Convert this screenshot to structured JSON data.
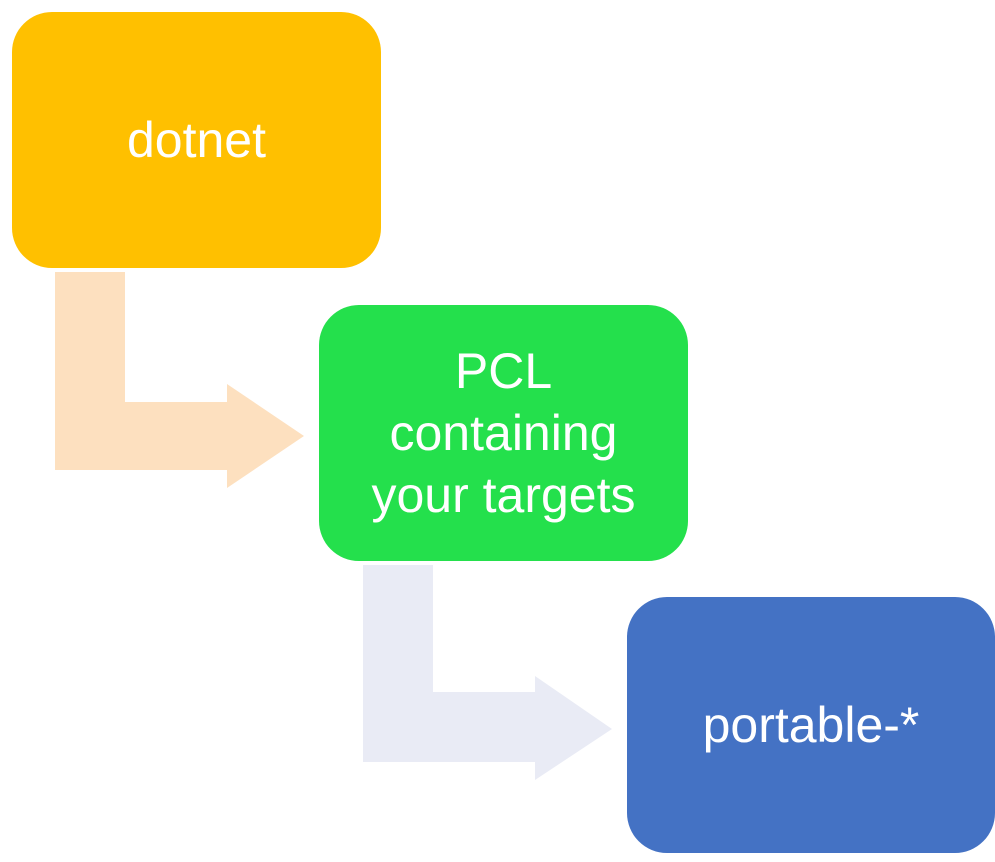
{
  "diagram": {
    "steps": [
      {
        "label": "dotnet",
        "color": "#ffc000"
      },
      {
        "label": "PCL\ncontaining\nyour targets",
        "color": "#24e04c"
      },
      {
        "label": "portable-*",
        "color": "#4472c4"
      }
    ],
    "connectors": [
      {
        "from": "dotnet",
        "to": "PCL containing your targets",
        "color": "#fde0bf"
      },
      {
        "from": "PCL containing your targets",
        "to": "portable-*",
        "color": "#e9ebf5"
      }
    ]
  }
}
